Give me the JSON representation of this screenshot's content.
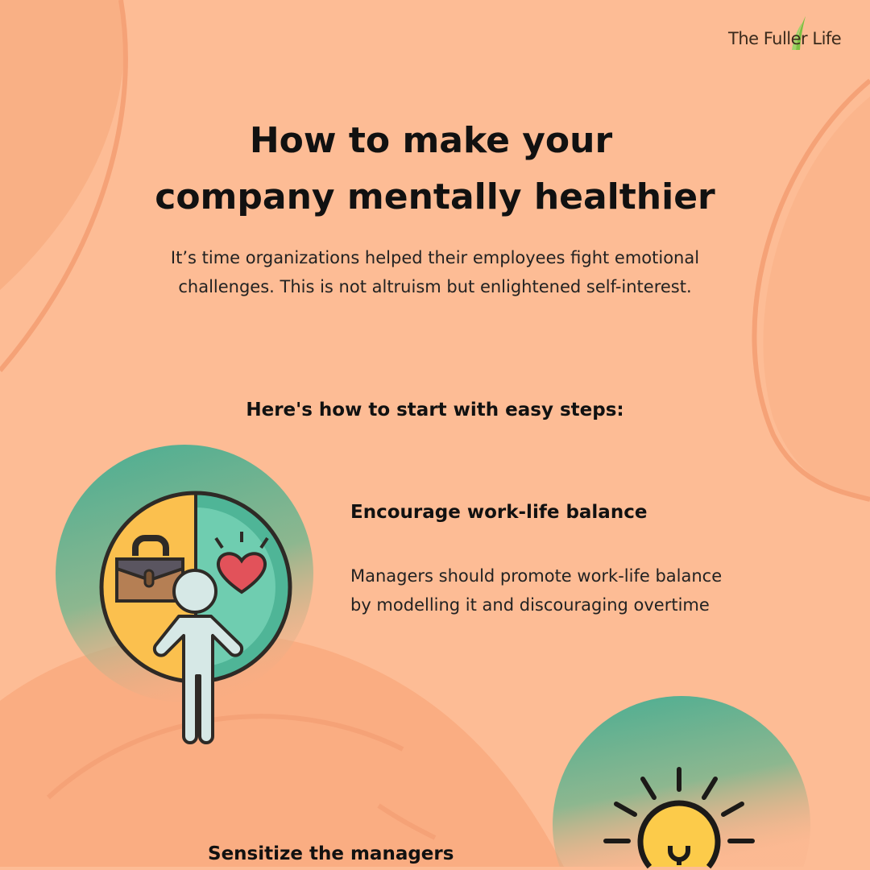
{
  "brand": {
    "logo_text": "The Fuller Life",
    "accent": "#7cc242"
  },
  "header": {
    "title_line1": "How to make your",
    "title_line2": "company mentally healthier",
    "subtitle_line1": "It’s time organizations helped their employees fight emotional",
    "subtitle_line2": "challenges. This is not altruism but enlightened self-interest."
  },
  "intro": "Here's how to start with easy steps:",
  "steps": [
    {
      "icon": "work-life-balance-icon",
      "title": "Encourage work-life balance",
      "body_line1": "Managers should promote work-life balance",
      "body_line2": "by modelling it and discouraging overtime"
    },
    {
      "icon": "lightbulb-icon",
      "title": "Sensitize the managers"
    }
  ],
  "colors": {
    "background": "#fdbc95",
    "shape": "#f9ab80",
    "teal": "#4fae92",
    "yellow": "#fbc04e",
    "heart": "#e2525a"
  }
}
